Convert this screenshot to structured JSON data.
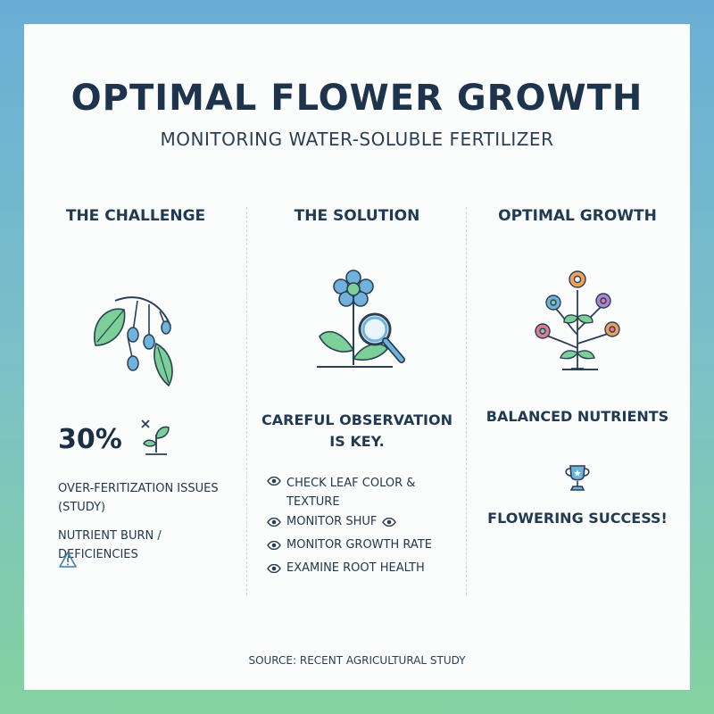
{
  "header": {
    "title": "OPTIMAL FLOWER GROWTH",
    "subtitle": "MONITORING WATER-SOLUBLE FERTILIZER"
  },
  "columns": {
    "challenge": {
      "heading": "THE CHALLENGE",
      "stat": "30%",
      "stat_caption": "OVER-FERITIZATION ISSUES (STUDY)",
      "note": "NUTRIENT BURN / DEFICIENCIES"
    },
    "solution": {
      "heading": "THE SOLUTION",
      "lead": "CAREFUL OBSERVATION IS KEY.",
      "items": [
        "CHECK LEAF COLOR & TEXTURE",
        "MONITOR SHUF",
        "MONITOR GROWTH RATE",
        "EXAMINE ROOT HEALTH"
      ]
    },
    "growth": {
      "heading": "OPTIMAL GROWTH",
      "lead": "BALANCED NUTRIENTS",
      "result": "FLOWERING SUCCESS!"
    }
  },
  "footer": {
    "source": "SOURCE: RECENT AGRICULTURAL STUDY"
  },
  "colors": {
    "navy": "#1e344c",
    "leaf": "#74c98e",
    "blue": "#6fb3dc",
    "pink": "#e07b9b",
    "orange": "#f0a05a",
    "purple": "#a886d6"
  },
  "icons": [
    "wilting-plant-icon",
    "x-mark-icon",
    "sprout-icon",
    "warning-icon",
    "flower-magnifier-icon",
    "eye-icon",
    "flower-bouquet-icon",
    "trophy-icon"
  ]
}
